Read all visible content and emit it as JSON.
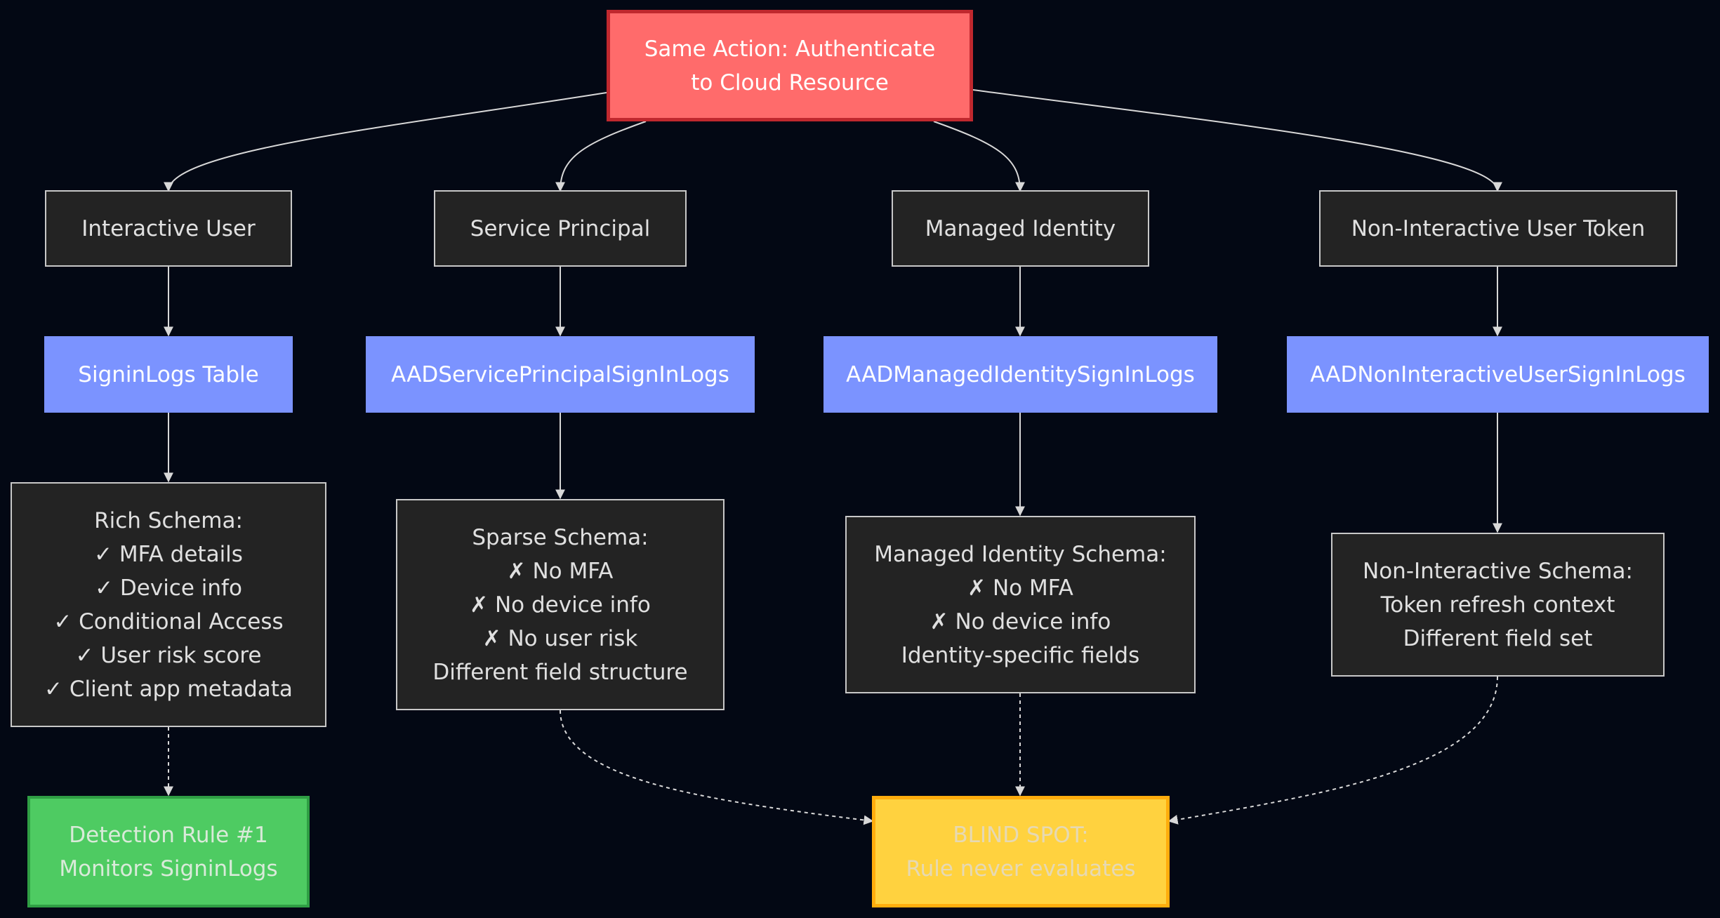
{
  "nodes": {
    "root": [
      "Same Action: Authenticate",
      "to Cloud Resource"
    ],
    "interactive_user": [
      "Interactive User"
    ],
    "service_principal": [
      "Service Principal"
    ],
    "managed_identity": [
      "Managed Identity"
    ],
    "non_interactive_token": [
      "Non-Interactive User Token"
    ],
    "signinlogs_table": [
      "SigninLogs Table"
    ],
    "aad_sp_logs": [
      "AADServicePrincipalSignInLogs"
    ],
    "aad_mi_logs": [
      "AADManagedIdentitySignInLogs"
    ],
    "aad_ni_logs": [
      "AADNonInteractiveUserSignInLogs"
    ],
    "rich_schema": [
      "Rich Schema:",
      "✓ MFA details",
      "✓ Device info",
      "✓ Conditional Access",
      "✓ User risk score",
      "✓ Client app metadata"
    ],
    "sparse_schema": [
      "Sparse Schema:",
      "✗ No MFA",
      "✗ No device info",
      "✗ No user risk",
      "Different field structure"
    ],
    "mi_schema": [
      "Managed Identity Schema:",
      "✗ No MFA",
      "✗ No device info",
      "Identity-specific fields"
    ],
    "ni_schema": [
      "Non-Interactive Schema:",
      "Token refresh context",
      "Different field set"
    ],
    "detection_rule": [
      "Detection Rule #1",
      "Monitors SigninLogs"
    ],
    "blind_spot": [
      "BLIND SPOT:",
      "Rule never evaluates"
    ]
  },
  "colors": {
    "background": "#030814",
    "root_fill": "#ff6b6b",
    "log_table_fill": "#7b93ff",
    "detected_fill": "#4ecb62",
    "blind_spot_fill": "#ffd23f",
    "edge": "#d8d8d8"
  }
}
